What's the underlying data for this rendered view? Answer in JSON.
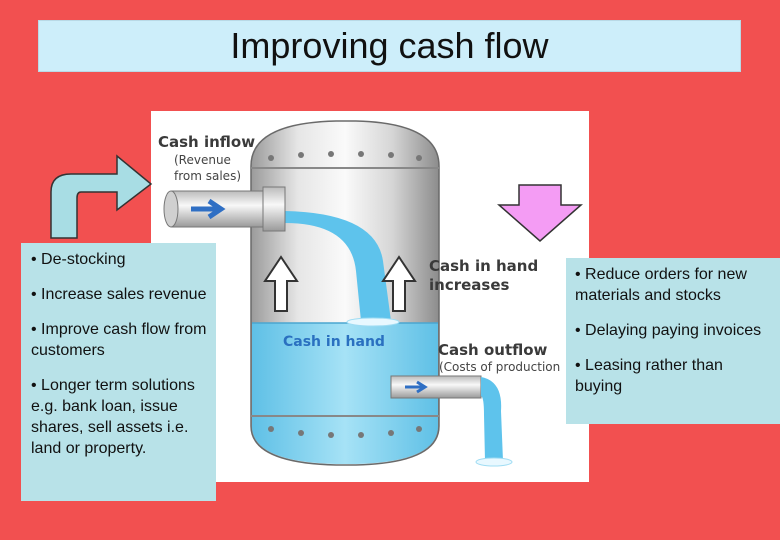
{
  "title": "Improving cash flow",
  "diagram": {
    "cash_inflow": "Cash inflow",
    "revenue_note": "(Revenue\nfrom sales)",
    "cash_in_hand_increases": "Cash in hand\nincreases",
    "cash_in_hand": "Cash in hand",
    "cash_outflow": "Cash outflow",
    "costs_note": "(Costs of production"
  },
  "left_box": {
    "items": [
      "• De-stocking",
      "• Increase sales revenue",
      "• Improve cash flow from customers",
      "• Longer term solutions e.g. bank loan, issue shares, sell assets i.e. land or property."
    ]
  },
  "right_box": {
    "items": [
      "• Reduce orders for new materials and stocks",
      "• Delaying paying invoices",
      "• Leasing rather than buying"
    ]
  },
  "colors": {
    "background": "#f25050",
    "title_bg": "#cdeefa",
    "box_bg": "#b8e2e8",
    "water": "#7cd0f0",
    "left_arrow": "#a8dde4",
    "right_arrow": "#f49cf4"
  }
}
